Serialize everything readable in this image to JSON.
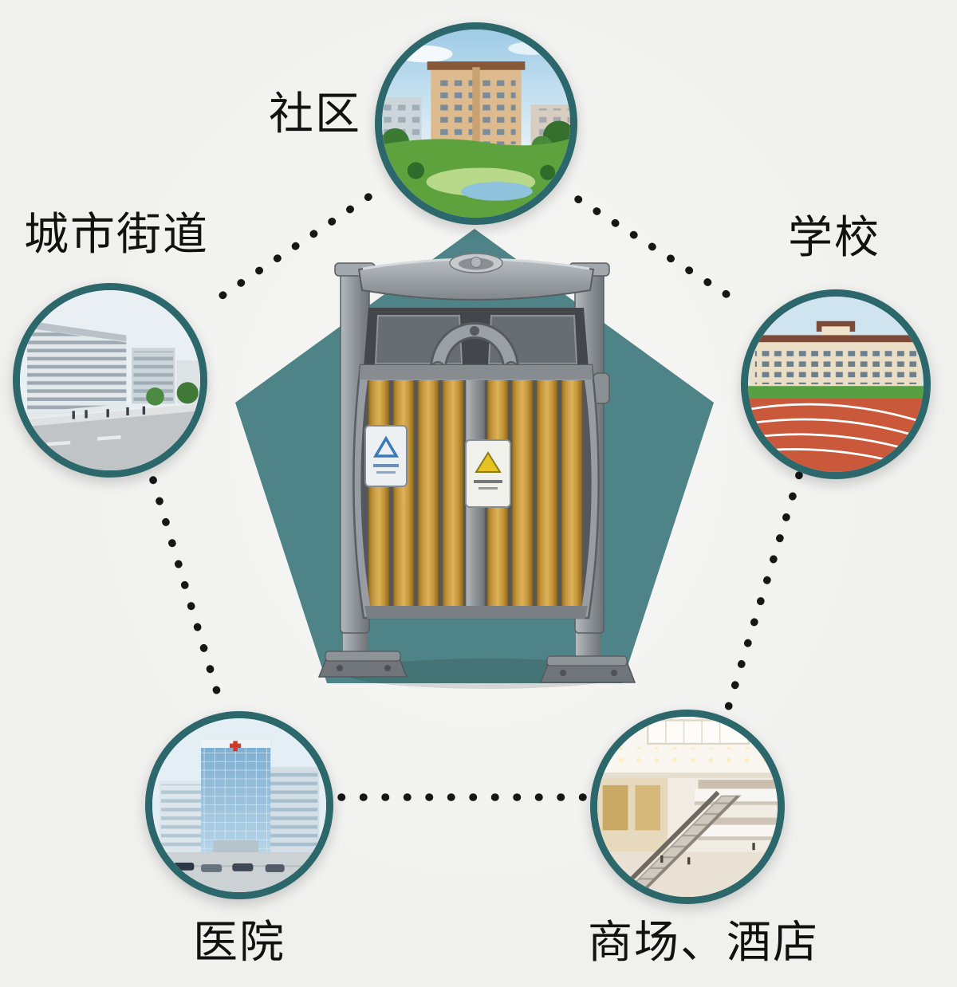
{
  "colors": {
    "page-bg": "#f0f0ee",
    "pentagon": "#4e8487",
    "circle-ring": "#2c676c",
    "connector-dot": "#161616",
    "label-text": "#111111"
  },
  "nodes": {
    "community": {
      "label": "社区"
    },
    "street": {
      "label": "城市街道"
    },
    "school": {
      "label": "学校"
    },
    "hospital": {
      "label": "医院"
    },
    "mall": {
      "label": "商场、酒店"
    }
  }
}
